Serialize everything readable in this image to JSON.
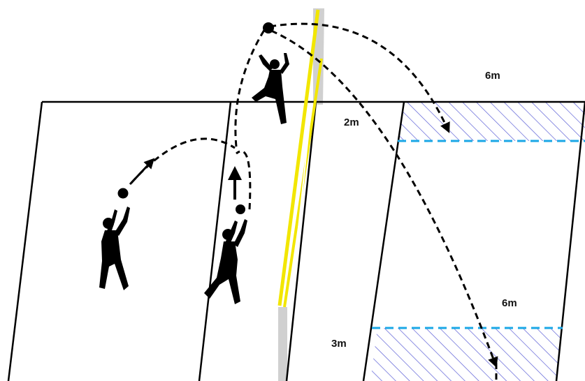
{
  "labels": {
    "top_6m": "6m",
    "zone_2m": "2m",
    "right_6m": "6m",
    "zone_3m": "3m"
  },
  "colors": {
    "net_pole": "#c8c8c8",
    "antenna": "#f2e600",
    "dashed_line": "#1aa7e6",
    "hatch": "#5b5fd6",
    "court_line": "#000000"
  },
  "icons": [
    "ball-icon",
    "player-silhouette-icon",
    "arrow-icon"
  ]
}
